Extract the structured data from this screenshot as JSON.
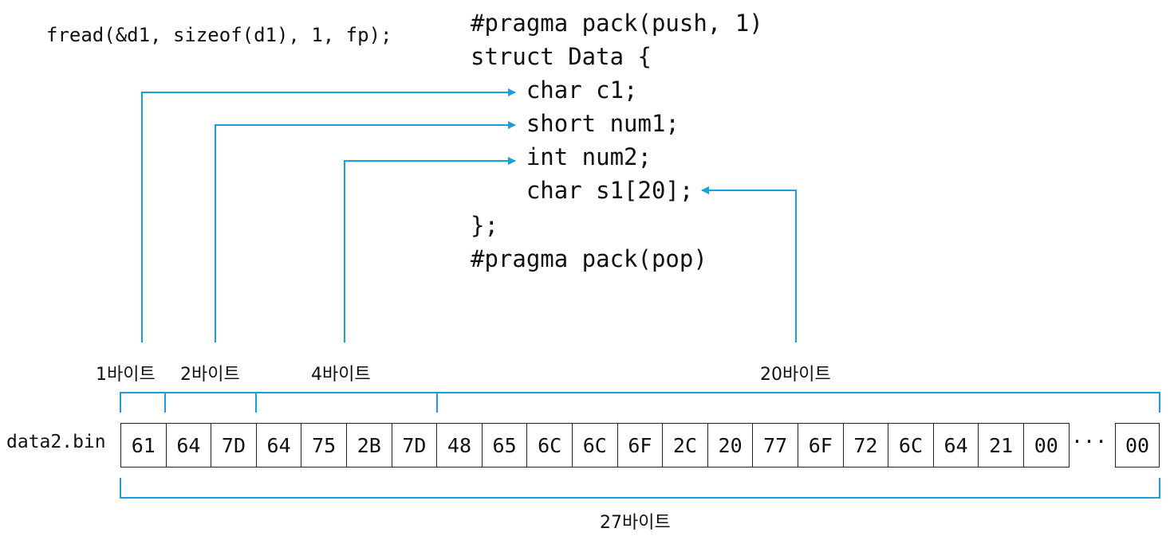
{
  "fread_call": "fread(&d1, sizeof(d1), 1, fp);",
  "code_lines": [
    "#pragma pack(push, 1)",
    "struct Data {",
    "    char c1;",
    "    short num1;",
    "    int num2;",
    "    char s1[20];",
    "};",
    "#pragma pack(pop)"
  ],
  "byte_labels": [
    "1바이트",
    "2바이트",
    "4바이트",
    "20바이트"
  ],
  "file_name": "data2.bin",
  "bytes": [
    "61",
    "64",
    "7D",
    "64",
    "75",
    "2B",
    "7D",
    "48",
    "65",
    "6C",
    "6C",
    "6F",
    "2C",
    "20",
    "77",
    "6F",
    "72",
    "6C",
    "64",
    "21",
    "00"
  ],
  "ellipsis": "···",
  "last_byte": "00",
  "total_label": "27바이트",
  "colors": {
    "arrow": "#1a9ee2",
    "cell_border": "#222222",
    "text": "#111111"
  }
}
